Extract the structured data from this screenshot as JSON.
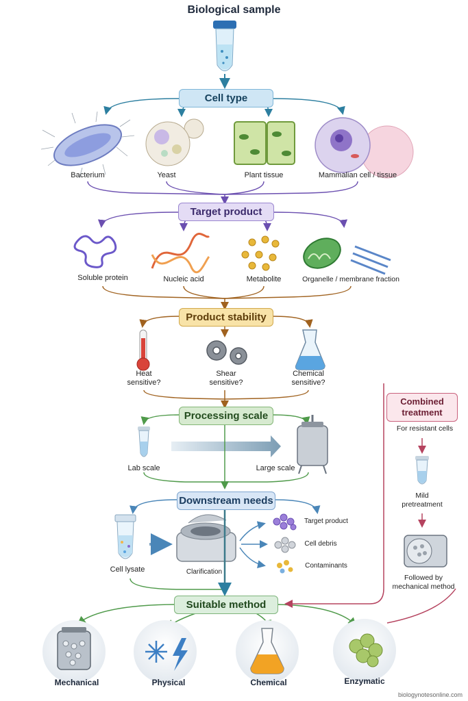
{
  "title": "Biological sample",
  "stages": {
    "cell_type": "Cell type",
    "target_product": "Target product",
    "product_stability": "Product stability",
    "processing_scale": "Processing scale",
    "downstream_needs": "Downstream needs",
    "suitable_method": "Suitable method"
  },
  "cell_types": [
    "Bacterium",
    "Yeast",
    "Plant tissue",
    "Mammalian cell / tissue"
  ],
  "target_products": [
    "Soluble protein",
    "Nucleic acid",
    "Metabolite",
    "Organelle / membrane fraction"
  ],
  "stability": {
    "heat": [
      "Heat",
      "sensitive?"
    ],
    "shear": [
      "Shear",
      "sensitive?"
    ],
    "chemical": [
      "Chemical",
      "sensitive?"
    ]
  },
  "scale": {
    "lab": "Lab scale",
    "large": "Large scale"
  },
  "downstream": {
    "lysate": "Cell lysate",
    "clarification": "Clarification",
    "outputs": [
      "Target product",
      "Cell debris",
      "Contaminants"
    ]
  },
  "combined": {
    "title": [
      "Combined",
      "treatment"
    ],
    "for": "For resistant cells",
    "mild": [
      "Mild",
      "pretreatment"
    ],
    "followed": [
      "Followed by",
      "mechanical method"
    ]
  },
  "methods": [
    "Mechanical",
    "Physical",
    "Chemical",
    "Enzymatic"
  ],
  "footer": "biologynotesonline.com",
  "colors": {
    "cell_type": "#cfe6f5",
    "target_product": "#e4dcf5",
    "product_stability": "#f8e3a8",
    "processing_scale": "#d7ead0",
    "downstream_needs": "#d8e6f6",
    "suitable_method": "#dceedd",
    "combined": "#fbe7ec"
  }
}
